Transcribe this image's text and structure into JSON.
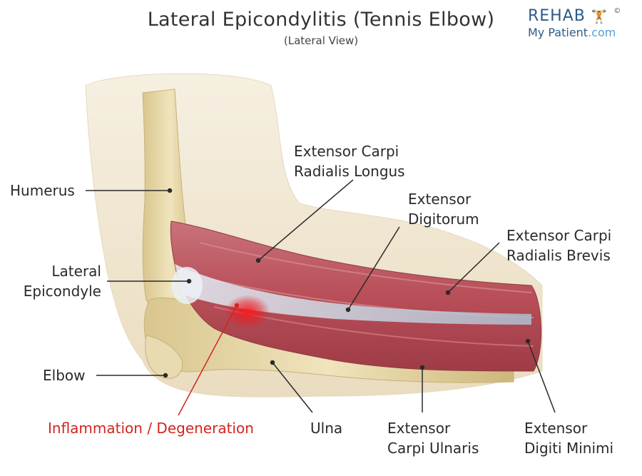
{
  "header": {
    "title": "Lateral Epicondylitis (Tennis Elbow)",
    "subtitle": "(Lateral View)"
  },
  "logo": {
    "line1": "REHAB",
    "line2_part1": "My Patient",
    "line2_part2": ".com",
    "copyright": "©",
    "colors": {
      "dark": "#2d5c86",
      "light": "#4fa3dc"
    }
  },
  "labels": {
    "humerus": "Humerus",
    "lateral_epicondyle_1": "Lateral",
    "lateral_epicondyle_2": "Epicondyle",
    "elbow": "Elbow",
    "inflammation": "Inflammation / Degeneration",
    "ulna": "Ulna",
    "ecrl_1": "Extensor Carpi",
    "ecrl_2": "Radialis Longus",
    "ed_1": "Extensor",
    "ed_2": "Digitorum",
    "ecrb_1": "Extensor Carpi",
    "ecrb_2": "Radialis Brevis",
    "ecu_1": "Extensor",
    "ecu_2": "Carpi Ulnaris",
    "edm_1": "Extensor",
    "edm_2": "Digiti Minimi"
  },
  "colors": {
    "skin": "#f3ead8",
    "bone": "#e4d4a2",
    "muscle": "#bf5a63",
    "tendon": "#c9d6e3",
    "inflammation": "#e3161b",
    "accent_red": "#d3241e"
  }
}
